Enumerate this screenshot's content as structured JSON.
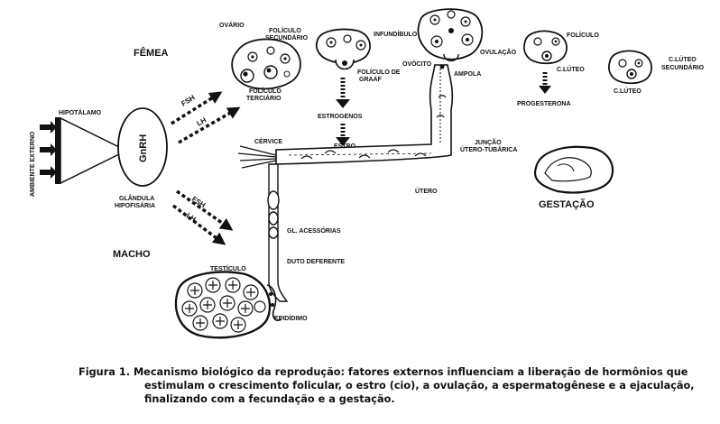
{
  "sections": {
    "female": "FÊMEA",
    "male": "MACHO"
  },
  "labels": {
    "ambiente_externo": "AMBIENTE EXTERNO",
    "hipotalamo": "HIPOTÁLAMO",
    "gnrh": "GnRH",
    "glandula": [
      "GLÂNDULA",
      "HIPOFISÁRIA"
    ],
    "fsh": "FSH",
    "lh": "LH",
    "ovario": "OVÁRIO",
    "foliculo_secundario": [
      "FOLÍCULO",
      "SECUNDÁRIO"
    ],
    "foliculo_terciario": [
      "FOLÍCULO",
      "TERCIÁRIO"
    ],
    "infundibulo": "INFUNDÍBULO",
    "foliculo_graaf": [
      "FOLÍCULO DE",
      "GRAAF"
    ],
    "estrogenos": "ESTROGENOS",
    "estro": "ESTRO",
    "ovocito": "OVÓCITO",
    "ampola": "AMPOLA",
    "ovulacao": "OVULAÇÃO",
    "foliculo": "FOLÍCULO",
    "c_luteo": "C.LÚTEO",
    "progesterona": "PROGESTERONA",
    "c_luteo_secundario": [
      "C.LÚTEO",
      "SECUNDÁRIO"
    ],
    "cervice": "CÉRVICE",
    "utero": "ÚTERO",
    "juncao": [
      "JUNÇÃO",
      "ÚTERO-TUBÁRICA"
    ],
    "gestacao": "GESTAÇÃO",
    "gl_acessorias": "GL. ACESSÓRIAS",
    "duto_deferente": "DUTO DEFERENTE",
    "testiculo": "TESTÍCULO",
    "epididimo": "EPIDÍDIMO"
  },
  "caption": {
    "prefix": "Figura 1.",
    "line1": "Mecanismo biológico da reprodução: fatores externos influenciam a liberação de hormônios que",
    "line2": "estimulam o crescimento folicular, o estro (cio), a ovulação, a espermatogênese e a ejaculação,",
    "line3": "finalizando com a fecundação e a gestação."
  }
}
